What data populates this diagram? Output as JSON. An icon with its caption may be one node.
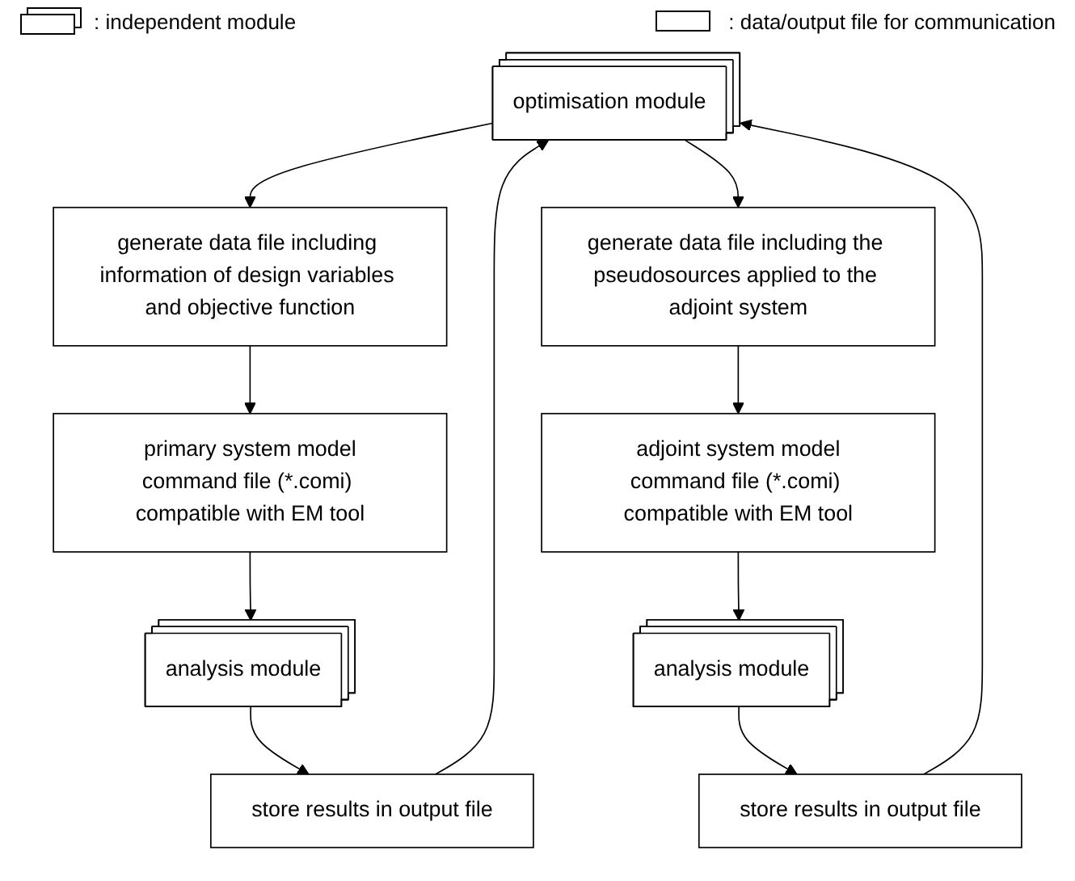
{
  "diagram": {
    "nodes": [
      {
        "text": [
          "optimisation module"
        ]
      },
      {
        "text": [
          "generate data file including information of design variables and objective function"
        ]
      },
      {
        "text": [
          "primary system model",
          "command file (*.comi) compatible with EM tool"
        ]
      },
      {
        "text": [
          "analysis module"
        ]
      },
      {
        "text": [
          "store results in output file"
        ]
      },
      {
        "text": [
          "generate data file including the pseudosources applied to the adjoint system"
        ]
      },
      {
        "text": [
          "adjoint system model",
          "command file (*.comi) compatible with EM tool"
        ]
      },
      {
        "text": [
          "analysis module"
        ]
      },
      {
        "text": [
          "store results in output file"
        ]
      }
    ],
    "edges": [
      {
        "from": 0,
        "to": 1,
        "arrow": "to"
      },
      {
        "from": 1,
        "to": 2,
        "arrow": "to"
      },
      {
        "from": 2,
        "to": 3,
        "arrow": "to"
      },
      {
        "from": 3,
        "to": 4,
        "arrow": "to"
      },
      {
        "from": 4,
        "to": 0,
        "arrow": "to"
      },
      {
        "from": 0,
        "to": 5,
        "arrow": "to"
      },
      {
        "from": 5,
        "to": 6,
        "arrow": "to"
      },
      {
        "from": 6,
        "to": 7,
        "arrow": "to"
      },
      {
        "from": 7,
        "to": 8,
        "arrow": "to"
      },
      {
        "from": 8,
        "to": 0,
        "arrow": "to"
      }
    ],
    "legend": [
      {
        "text": ": independent module"
      },
      {
        "text": ": data/output file for communication"
      }
    ]
  }
}
